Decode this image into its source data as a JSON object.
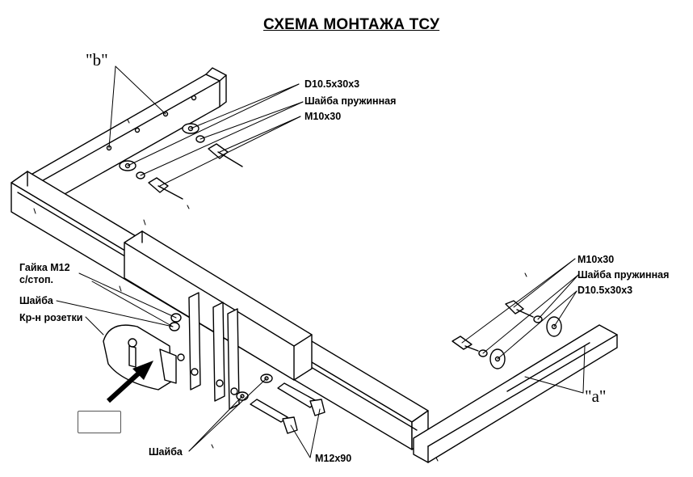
{
  "title": "СХЕМА МОНТАЖА ТСУ",
  "markers": {
    "b": "\"b\"",
    "a": "\"a\""
  },
  "callouts": {
    "top_right": [
      "D10.5x30x3",
      "Шайба пружинная",
      "M10x30"
    ],
    "mid_right": [
      "M10x30",
      "Шайба пружинная",
      "D10.5x30x3"
    ],
    "left": [
      "Гайка М12",
      "с/стоп.",
      "Шайба",
      "Кр-н розетки"
    ],
    "bottom": [
      "Шайба",
      "M12x90"
    ]
  },
  "colors": {
    "line": "#000000",
    "background": "#ffffff"
  }
}
